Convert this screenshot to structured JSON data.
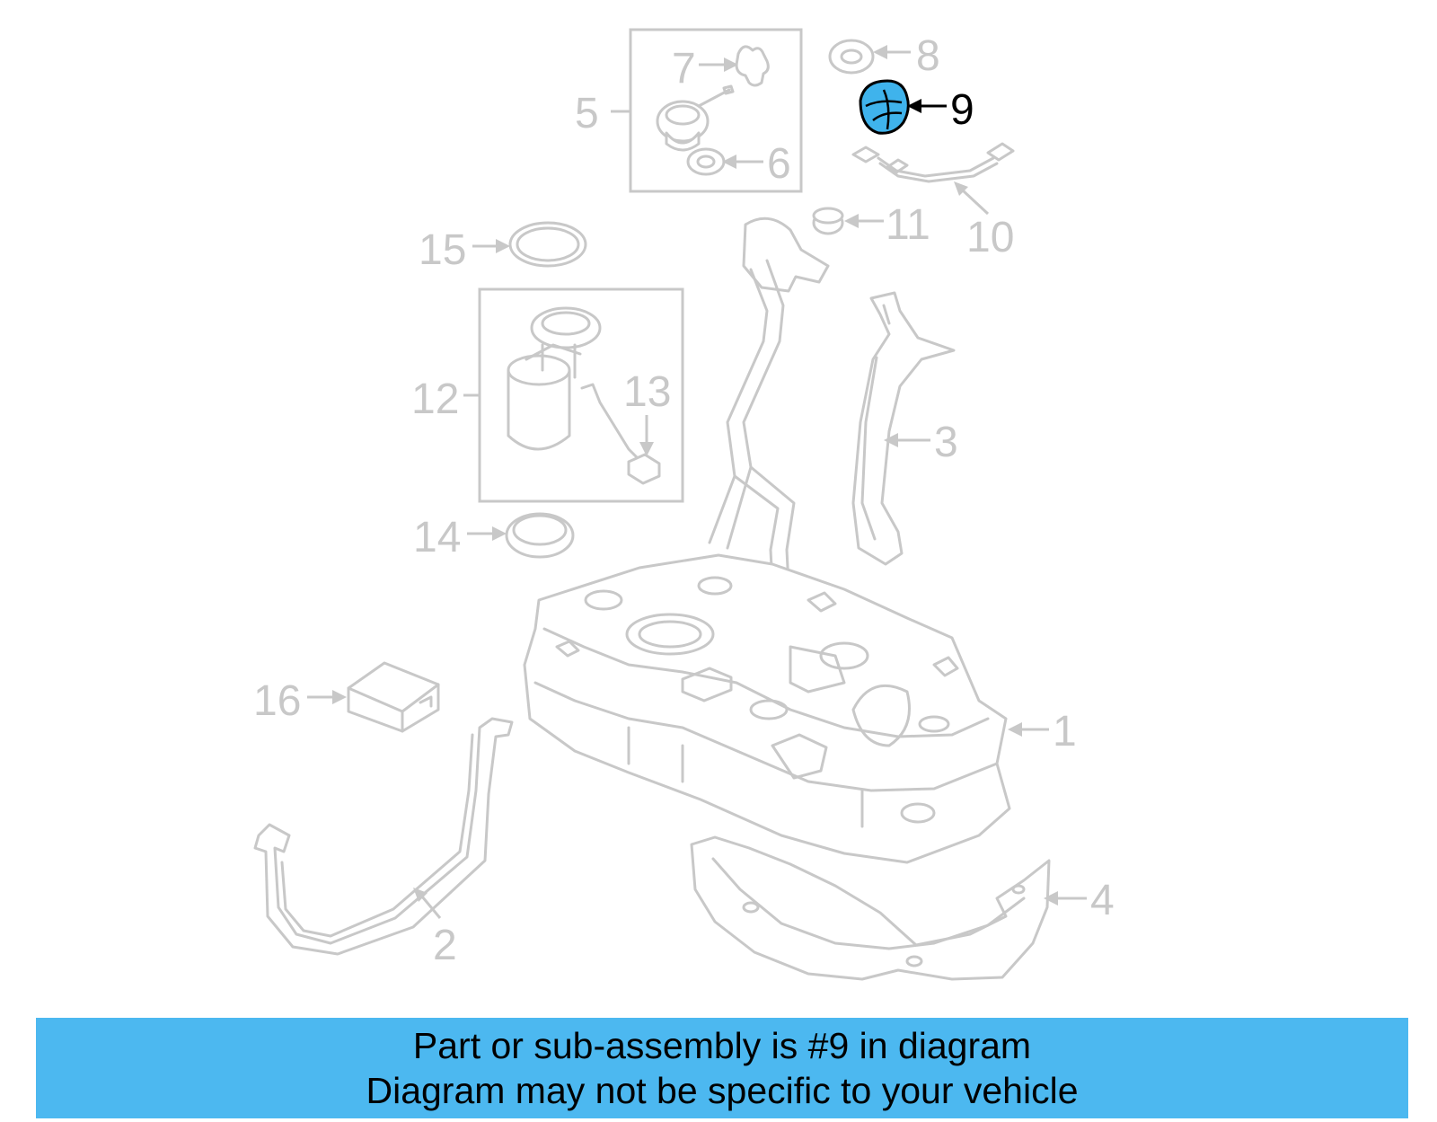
{
  "colors": {
    "banner_background": "#4cb8f0",
    "highlight_part": "#3fb3ec",
    "part_outline": "#c8c8c8",
    "highlight_outline": "#000000"
  },
  "callouts": {
    "c1": "1",
    "c2": "2",
    "c3": "3",
    "c4": "4",
    "c5": "5",
    "c6": "6",
    "c7": "7",
    "c8": "8",
    "c9": "9",
    "c10": "10",
    "c11": "11",
    "c12": "12",
    "c13": "13",
    "c14": "14",
    "c15": "15",
    "c16": "16"
  },
  "highlighted_callout": "9",
  "banner": {
    "line1": "Part or sub-assembly is #9 in diagram",
    "line2": "Diagram may not be specific to your vehicle"
  }
}
